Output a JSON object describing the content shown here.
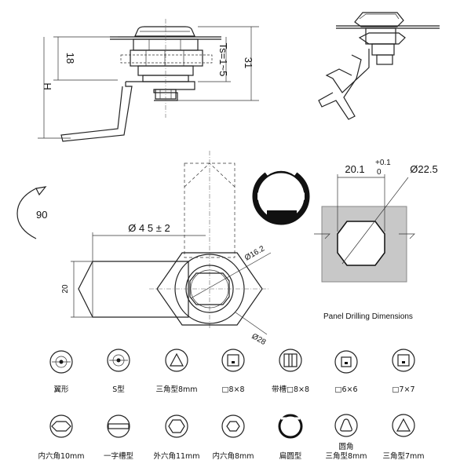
{
  "side_view": {
    "dim_18": "18",
    "dim_h": "H",
    "dim_ts": "Ts=1~5",
    "dim_31": "31"
  },
  "front_view": {
    "rotation": "90",
    "dia_45": "Ø 4 5 ± 2",
    "dim_20": "20",
    "dia_16": "Ø16.2",
    "dia_28": "Ø28"
  },
  "panel_drilling": {
    "width_label": "20.1",
    "tol_upper": "+0.1",
    "tol_lower": "0",
    "dia_label": "Ø22.5",
    "caption": "Panel Drilling Dimensions"
  },
  "key_types": [
    {
      "label": "翼形",
      "icon": "wing-icon"
    },
    {
      "label": "S型",
      "icon": "s-type-icon"
    },
    {
      "label": "三角型8mm",
      "icon": "triangle-8mm-icon"
    },
    {
      "label": "□8×8",
      "icon": "square-8x8-icon"
    },
    {
      "label": "带槽□8×8",
      "icon": "slotted-square-8x8-icon"
    },
    {
      "label": "□6×6",
      "icon": "square-6x6-icon"
    },
    {
      "label": "□7×7",
      "icon": "square-7x7-icon"
    },
    {
      "label": "内六角10mm",
      "icon": "hex-socket-10mm-icon"
    },
    {
      "label": "一字槽型",
      "icon": "slot-icon"
    },
    {
      "label": "外六角11mm",
      "icon": "hex-outer-11mm-icon"
    },
    {
      "label": "内六角8mm",
      "icon": "hex-socket-8mm-icon"
    },
    {
      "label": "扁圆型",
      "icon": "flat-round-icon"
    },
    {
      "label": "圆角",
      "label2": "三角型8mm",
      "icon": "rounded-triangle-8mm-icon"
    },
    {
      "label": "三角型7mm",
      "icon": "triangle-7mm-icon"
    }
  ]
}
